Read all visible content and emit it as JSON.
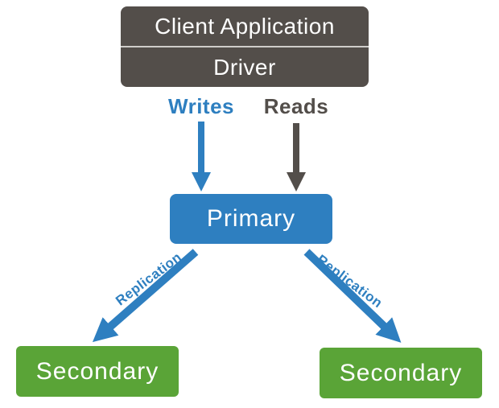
{
  "colors": {
    "box_dark_gray": "#534e4a",
    "blue": "#2e7fc0",
    "green": "#5aa437",
    "arrow_gray": "#534e4a",
    "divider_gray": "#cfcdca",
    "label_white": "#ffffff"
  },
  "client_stack": {
    "application_label": "Client Application",
    "driver_label": "Driver"
  },
  "flows": {
    "writes_label": "Writes",
    "reads_label": "Reads",
    "replication_left_label": "Replication",
    "replication_right_label": "Replication"
  },
  "nodes": {
    "primary_label": "Primary",
    "secondary_left_label": "Secondary",
    "secondary_right_label": "Secondary"
  }
}
